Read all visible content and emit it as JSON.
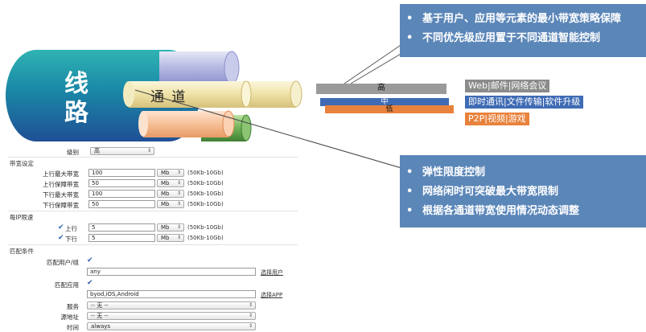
{
  "diagram": {
    "cable_chars": [
      "线",
      "路"
    ],
    "channel_label": "通 道"
  },
  "top_box": {
    "items": [
      "基于用户、应用等元素的最小带宽策略保障",
      "不同优先级应用置于不同通道智能控制"
    ]
  },
  "bottom_box": {
    "items": [
      "弹性限度控制",
      "网络闲时可突破最大带宽限制",
      "根据各通道带宽使用情况动态调整"
    ]
  },
  "priority": {
    "high": "高",
    "mid": "中",
    "low": "低"
  },
  "apps": {
    "web": "Web|邮件|网络会议",
    "im": "即时通讯|文件传输|软件升级",
    "p2p": "P2P|视频|游戏"
  },
  "colors": {
    "info_box": "#5b86b8",
    "cable_teal": "#1d8fa8",
    "high": "#9a9a9a",
    "mid": "#3f6bb4",
    "low": "#e8823c"
  },
  "form": {
    "level_label": "级别",
    "level_value": "高",
    "bandwidth_section": "带宽设定",
    "up_max_label": "上行最大带宽",
    "up_max_value": "100",
    "up_guar_label": "上行保障带宽",
    "up_guar_value": "50",
    "down_max_label": "下行最大带宽",
    "down_max_value": "100",
    "down_guar_label": "下行保障带宽",
    "down_guar_value": "50",
    "unit": "Mb",
    "range_note": "(50Kb-10Gb)",
    "per_ip_section": "每IP限速",
    "up_label": "上行",
    "up_value": "5",
    "down_label": "下行",
    "down_value": "5",
    "match_section": "匹配条件",
    "match_user_label": "匹配用户/组",
    "user_value": "any",
    "select_user_link": "选择用户",
    "match_app_label": "匹配应用",
    "app_value": "byod,iOS,Android",
    "select_app_link": "选择APP",
    "service_label": "服务",
    "service_value": "-- 无 --",
    "source_label": "源地址",
    "source_value": "-- 无 --",
    "time_label": "时间",
    "time_value": "always"
  }
}
